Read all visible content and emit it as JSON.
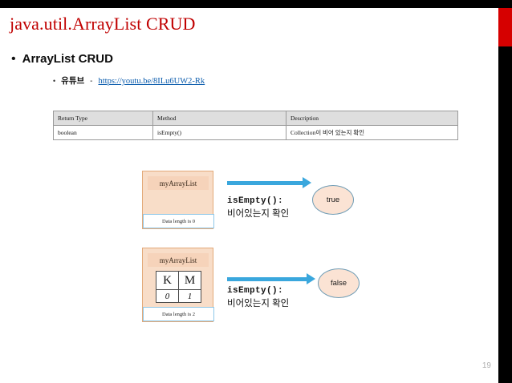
{
  "slide": {
    "title": "java.util.ArrayList CRUD",
    "page_number": "19",
    "accent_color": "#d60000",
    "title_color": "#c00000",
    "arrow_color": "#3aa7dd",
    "box_fill_color": "#f8ddc8",
    "ellipse_fill_color": "#fbe3d4"
  },
  "bullets": {
    "level1": {
      "marker": "•",
      "text": "ArrayList CRUD"
    },
    "level2": {
      "marker": "•",
      "text": "유튜브",
      "separator": "-",
      "link_text": "https://youtu.be/8ILu6UW2-Rk"
    }
  },
  "table": {
    "headers": [
      "Return Type",
      "Method",
      "Description"
    ],
    "rows": [
      [
        "boolean",
        "isEmpty()",
        "Collection이 비어 있는지 확인"
      ]
    ]
  },
  "diagrams": [
    {
      "list_label": "myArrayList",
      "elements": [],
      "indices": [],
      "footer": "Data length is 0",
      "call_code": "isEmpty():",
      "call_ko": "비어있는지 확인",
      "result": "true"
    },
    {
      "list_label": "myArrayList",
      "elements": [
        "K",
        "M"
      ],
      "indices": [
        "0",
        "1"
      ],
      "footer": "Data length is 2",
      "call_code": "isEmpty():",
      "call_ko": "비어있는지 확인",
      "result": "false"
    }
  ]
}
